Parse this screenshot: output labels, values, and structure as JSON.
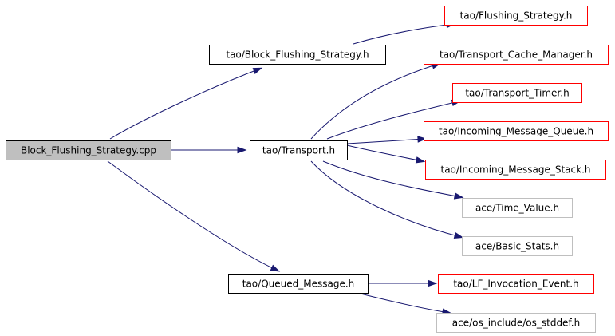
{
  "colors": {
    "root_fill": "#bfbfbf",
    "link_border": "#000000",
    "missing_border": "#ff0000",
    "external_border": "#bfbfbf",
    "edge": "#191970"
  },
  "nodes": [
    {
      "id": "root",
      "label": "Block_Flushing_Strategy.cpp",
      "kind": "root"
    },
    {
      "id": "bfs",
      "label": "tao/Block_Flushing_Strategy.h",
      "kind": "link"
    },
    {
      "id": "fs",
      "label": "tao/Flushing_Strategy.h",
      "kind": "missing"
    },
    {
      "id": "tcm",
      "label": "tao/Transport_Cache_Manager.h",
      "kind": "missing"
    },
    {
      "id": "tr",
      "label": "tao/Transport.h",
      "kind": "link"
    },
    {
      "id": "tt",
      "label": "tao/Transport_Timer.h",
      "kind": "missing"
    },
    {
      "id": "imq",
      "label": "tao/Incoming_Message_Queue.h",
      "kind": "missing"
    },
    {
      "id": "ims",
      "label": "tao/Incoming_Message_Stack.h",
      "kind": "missing"
    },
    {
      "id": "tv",
      "label": "ace/Time_Value.h",
      "kind": "external"
    },
    {
      "id": "bs",
      "label": "ace/Basic_Stats.h",
      "kind": "external"
    },
    {
      "id": "qm",
      "label": "tao/Queued_Message.h",
      "kind": "link"
    },
    {
      "id": "lfe",
      "label": "tao/LF_Invocation_Event.h",
      "kind": "missing"
    },
    {
      "id": "osd",
      "label": "ace/os_include/os_stddef.h",
      "kind": "external"
    }
  ],
  "edges": [
    {
      "from": "root",
      "to": "bfs"
    },
    {
      "from": "root",
      "to": "tr"
    },
    {
      "from": "root",
      "to": "qm"
    },
    {
      "from": "bfs",
      "to": "fs"
    },
    {
      "from": "tr",
      "to": "tcm"
    },
    {
      "from": "tr",
      "to": "tt"
    },
    {
      "from": "tr",
      "to": "imq"
    },
    {
      "from": "tr",
      "to": "ims"
    },
    {
      "from": "tr",
      "to": "tv"
    },
    {
      "from": "tr",
      "to": "bs"
    },
    {
      "from": "qm",
      "to": "lfe"
    },
    {
      "from": "qm",
      "to": "osd"
    }
  ]
}
